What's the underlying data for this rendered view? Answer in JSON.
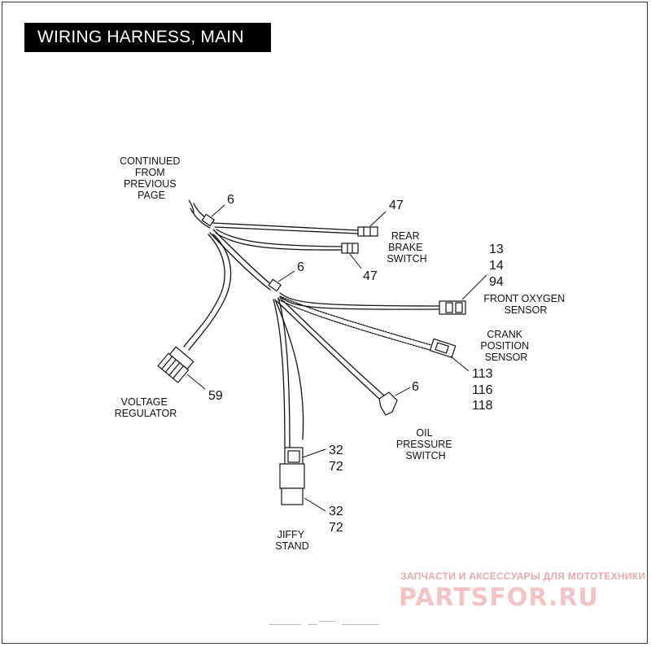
{
  "title": "WIRING HARNESS, MAIN",
  "labels": {
    "continued": [
      "CONTINUED",
      "FROM",
      "PREVIOUS",
      "PAGE"
    ],
    "rear_brake": [
      "REAR",
      "BRAKE",
      "SWITCH"
    ],
    "front_oxygen": [
      "FRONT OXYGEN",
      "SENSOR"
    ],
    "crank_position": [
      "CRANK",
      "POSITION",
      "SENSOR"
    ],
    "voltage_regulator": [
      "VOLTAGE",
      "REGULATOR"
    ],
    "oil_pressure": [
      "OIL",
      "PRESSURE",
      "SWITCH"
    ],
    "jiffy_stand": [
      "JIFFY",
      "STAND"
    ]
  },
  "callouts": {
    "clip_top": "6",
    "clip_mid": "6",
    "brake_upper": "47",
    "brake_lower": "47",
    "oxygen": [
      "13",
      "14",
      "94"
    ],
    "crank": [
      "113",
      "116",
      "118"
    ],
    "oil": "6",
    "regulator": "59",
    "jiffy_upper": [
      "32",
      "72"
    ],
    "jiffy_lower": [
      "32",
      "72"
    ]
  },
  "watermark": {
    "subtitle": "ЗАПЧАСТИ И АКСЕССУАРЫ ДЛЯ МОТОТЕХНИКИ",
    "brand": "PARTSFOR.RU"
  }
}
